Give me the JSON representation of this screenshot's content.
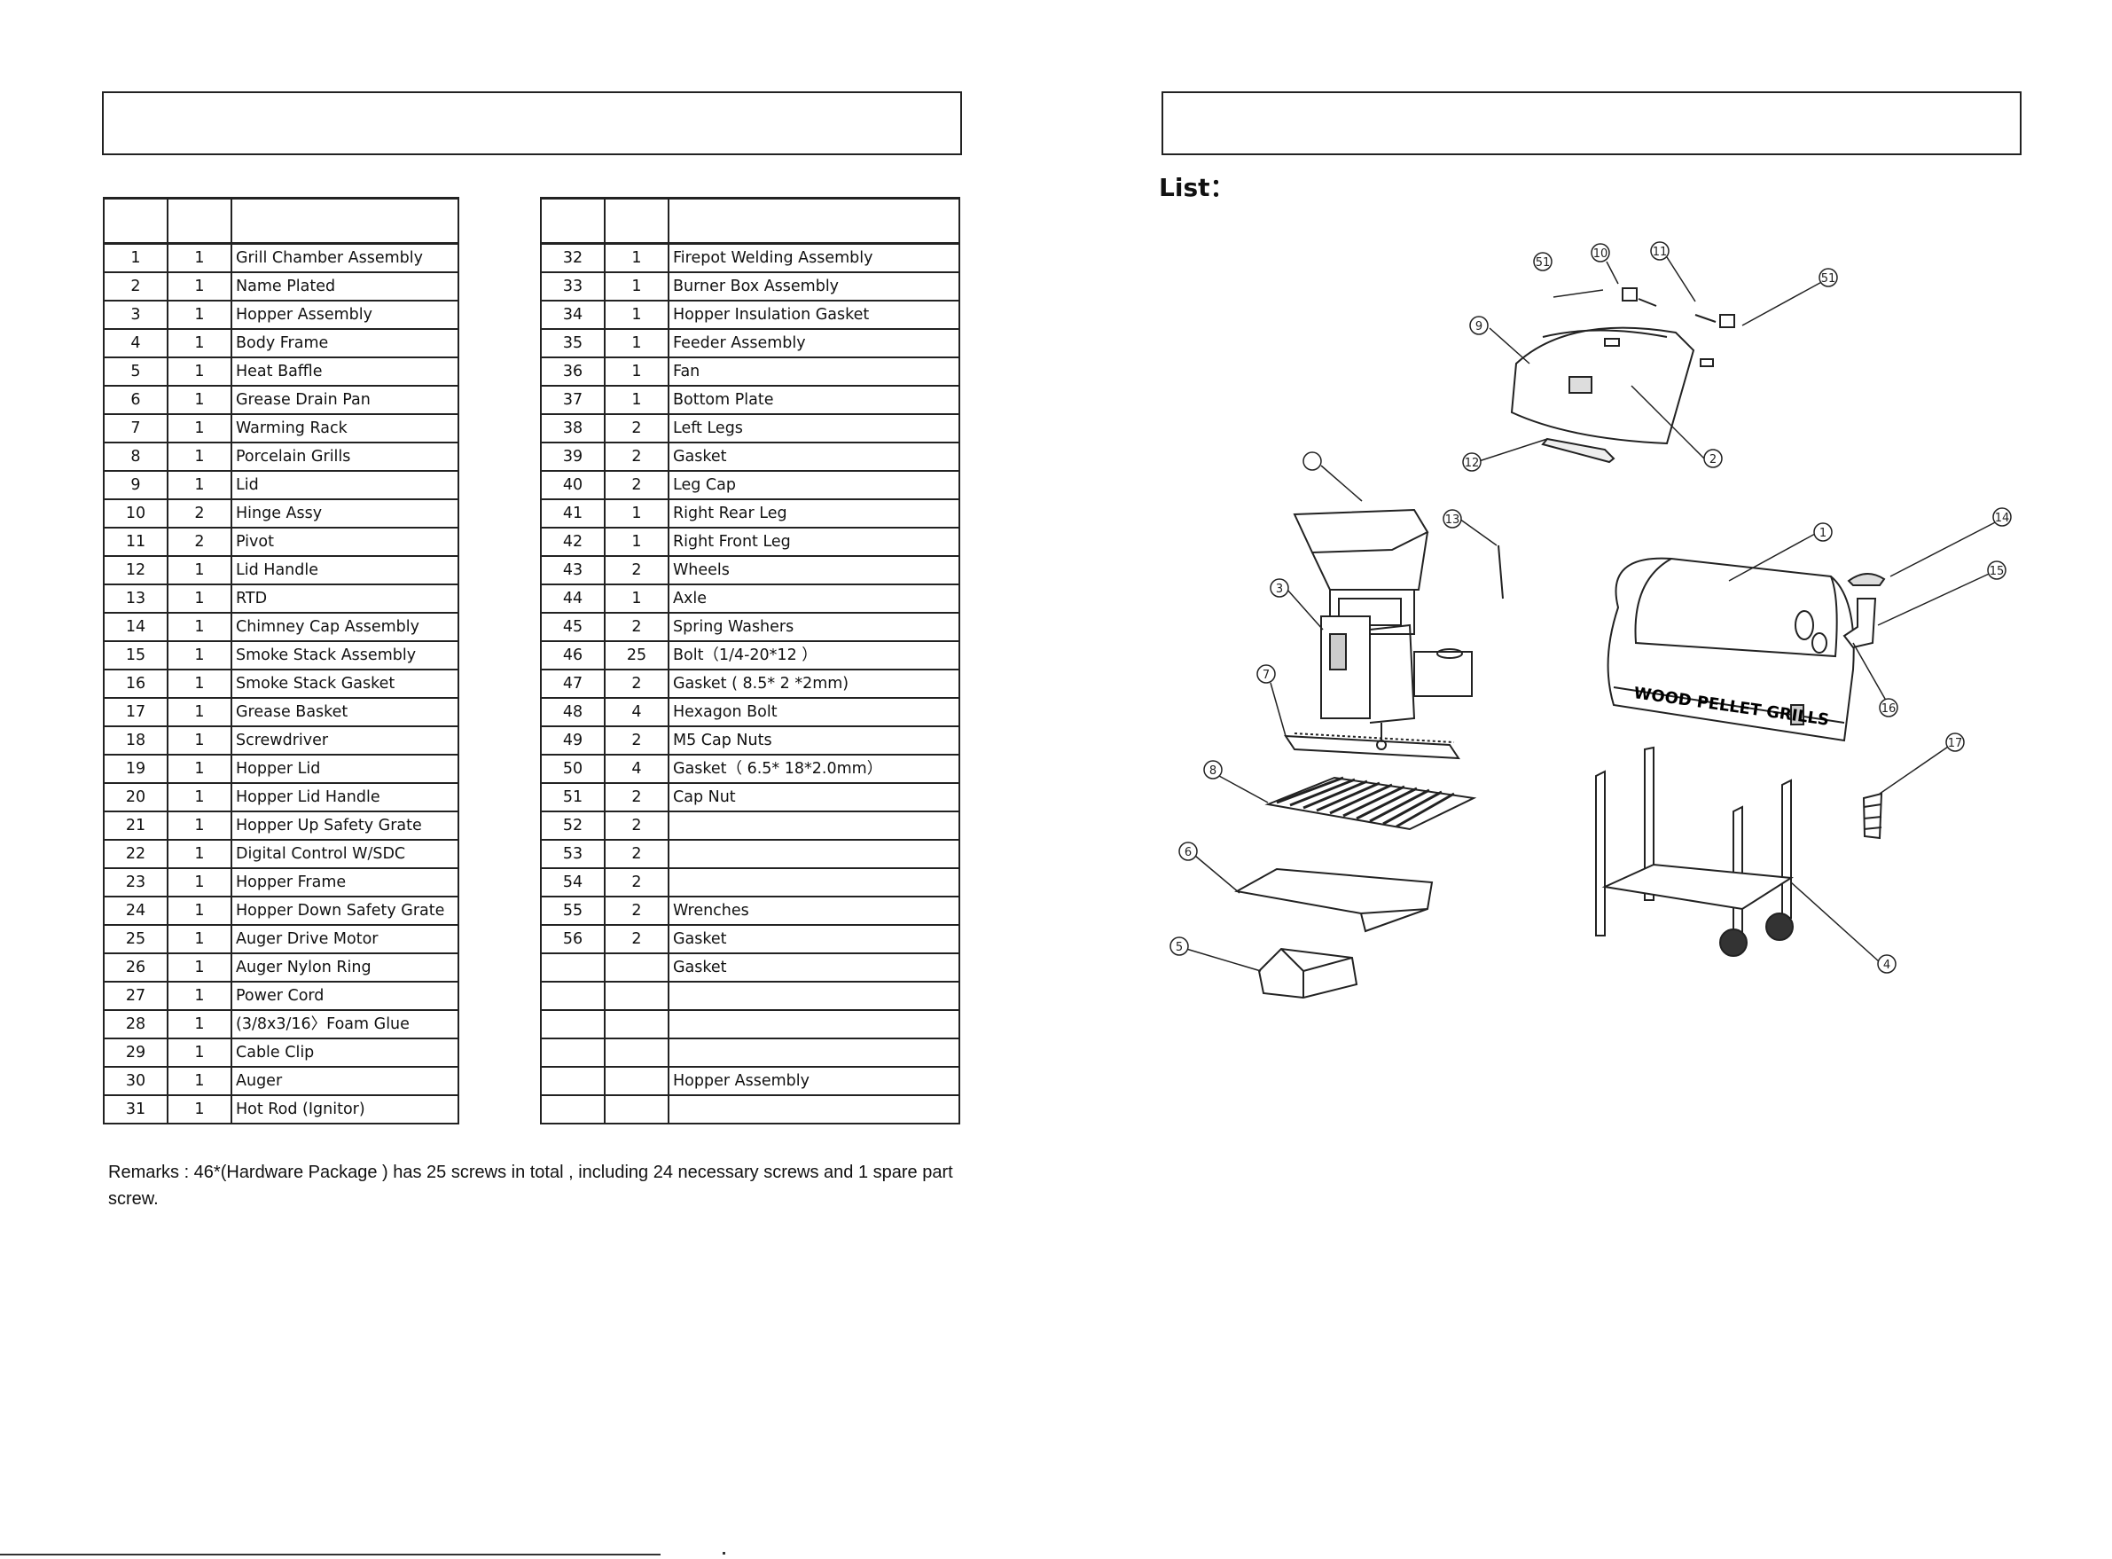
{
  "left_table": {
    "rows": [
      {
        "no": "1",
        "qty": "1",
        "name": "Grill Chamber Assembly"
      },
      {
        "no": "2",
        "qty": "1",
        "name": "Name Plated"
      },
      {
        "no": "3",
        "qty": "1",
        "name": "Hopper Assembly"
      },
      {
        "no": "4",
        "qty": "1",
        "name": "Body Frame"
      },
      {
        "no": "5",
        "qty": "1",
        "name": "Heat Baffle"
      },
      {
        "no": "6",
        "qty": "1",
        "name": "Grease Drain Pan"
      },
      {
        "no": "7",
        "qty": "1",
        "name": "Warming Rack"
      },
      {
        "no": "8",
        "qty": "1",
        "name": "Porcelain Grills"
      },
      {
        "no": "9",
        "qty": "1",
        "name": "Lid"
      },
      {
        "no": "10",
        "qty": "2",
        "name": "Hinge Assy"
      },
      {
        "no": "11",
        "qty": "2",
        "name": "Pivot"
      },
      {
        "no": "12",
        "qty": "1",
        "name": "Lid Handle"
      },
      {
        "no": "13",
        "qty": "1",
        "name": "RTD"
      },
      {
        "no": "14",
        "qty": "1",
        "name": "Chimney Cap Assembly"
      },
      {
        "no": "15",
        "qty": "1",
        "name": "Smoke Stack Assembly"
      },
      {
        "no": "16",
        "qty": "1",
        "name": "Smoke  Stack Gasket"
      },
      {
        "no": "17",
        "qty": "1",
        "name": "Grease Basket"
      },
      {
        "no": "18",
        "qty": "1",
        "name": "Screwdriver"
      },
      {
        "no": "19",
        "qty": "1",
        "name": "Hopper  Lid"
      },
      {
        "no": "20",
        "qty": "1",
        "name": "Hopper Lid Handle"
      },
      {
        "no": "21",
        "qty": "1",
        "name": "Hopper Up Safety Grate"
      },
      {
        "no": "22",
        "qty": "1",
        "name": "Digital Control W/SDC"
      },
      {
        "no": "23",
        "qty": "1",
        "name": "Hopper Frame"
      },
      {
        "no": "24",
        "qty": "1",
        "name": "Hopper Down Safety Grate"
      },
      {
        "no": "25",
        "qty": "1",
        "name": "Auger Drive Motor"
      },
      {
        "no": "26",
        "qty": "1",
        "name": "Auger Nylon Ring"
      },
      {
        "no": "27",
        "qty": "1",
        "name": "Power Cord"
      },
      {
        "no": "28",
        "qty": "1",
        "name": "(3/8x3/16〉Foam Glue"
      },
      {
        "no": "29",
        "qty": "1",
        "name": "Cable Clip"
      },
      {
        "no": "30",
        "qty": "1",
        "name": "Auger"
      },
      {
        "no": "31",
        "qty": "1",
        "name": "Hot Rod (Ignitor)"
      }
    ]
  },
  "right_table": {
    "rows": [
      {
        "no": "32",
        "qty": "1",
        "name": "Firepot Welding Assembly"
      },
      {
        "no": "33",
        "qty": "1",
        "name": "Burner Box Assembly"
      },
      {
        "no": "34",
        "qty": "1",
        "name": "Hopper Insulation Gasket"
      },
      {
        "no": "35",
        "qty": "1",
        "name": "Feeder Assembly"
      },
      {
        "no": "36",
        "qty": "1",
        "name": "Fan"
      },
      {
        "no": "37",
        "qty": "1",
        "name": "Bottom Plate"
      },
      {
        "no": "38",
        "qty": "2",
        "name": "Left Legs"
      },
      {
        "no": "39",
        "qty": "2",
        "name": "Gasket"
      },
      {
        "no": "40",
        "qty": "2",
        "name": "Leg Cap"
      },
      {
        "no": "41",
        "qty": "1",
        "name": "Right Rear Leg"
      },
      {
        "no": "42",
        "qty": "1",
        "name": "Right Front Leg"
      },
      {
        "no": "43",
        "qty": "2",
        "name": "Wheels"
      },
      {
        "no": "44",
        "qty": "1",
        "name": "Axle"
      },
      {
        "no": "45",
        "qty": "2",
        "name": "Spring Washers"
      },
      {
        "no": "46",
        "qty": "25",
        "name": "Bolt（1/4-20*12      ）"
      },
      {
        "no": "47",
        "qty": "2",
        "name": "Gasket (    8.5*    2  *2mm)"
      },
      {
        "no": "48",
        "qty": "4",
        "name": "Hexagon Bolt"
      },
      {
        "no": "49",
        "qty": "2",
        "name": "M5 Cap Nuts"
      },
      {
        "no": "50",
        "qty": "4",
        "name": "Gasket（   6.5*    18*2.0mm）"
      },
      {
        "no": "51",
        "qty": "2",
        "name": "Cap Nut"
      },
      {
        "no": "52",
        "qty": "2",
        "name": ""
      },
      {
        "no": "53",
        "qty": "2",
        "name": ""
      },
      {
        "no": "54",
        "qty": "2",
        "name": ""
      },
      {
        "no": "55",
        "qty": "2",
        "name": "Wrenches"
      },
      {
        "no": "56",
        "qty": "2",
        "name": "Gasket"
      },
      {
        "no": "",
        "qty": "",
        "name": "Gasket"
      },
      {
        "no": "",
        "qty": "",
        "name": ""
      },
      {
        "no": "",
        "qty": "",
        "name": ""
      },
      {
        "no": "",
        "qty": "",
        "name": ""
      },
      {
        "no": "",
        "qty": "",
        "name": "Hopper Assembly"
      },
      {
        "no": "",
        "qty": "",
        "name": ""
      }
    ]
  },
  "remarks": "Remarks : 46*(Hardware Package ) has 25 screws in total , including 24 necessary screws and 1 spare part screw.",
  "list_label": "List：",
  "diagram": {
    "callouts": [
      "51",
      "10",
      "11",
      "51",
      "9",
      "2",
      "12",
      "13",
      "3",
      "1",
      "14",
      "15",
      "16",
      "7",
      "8",
      "6",
      "17",
      "5",
      "4"
    ],
    "brand_text": "WOOD PELLET GRILLS"
  }
}
